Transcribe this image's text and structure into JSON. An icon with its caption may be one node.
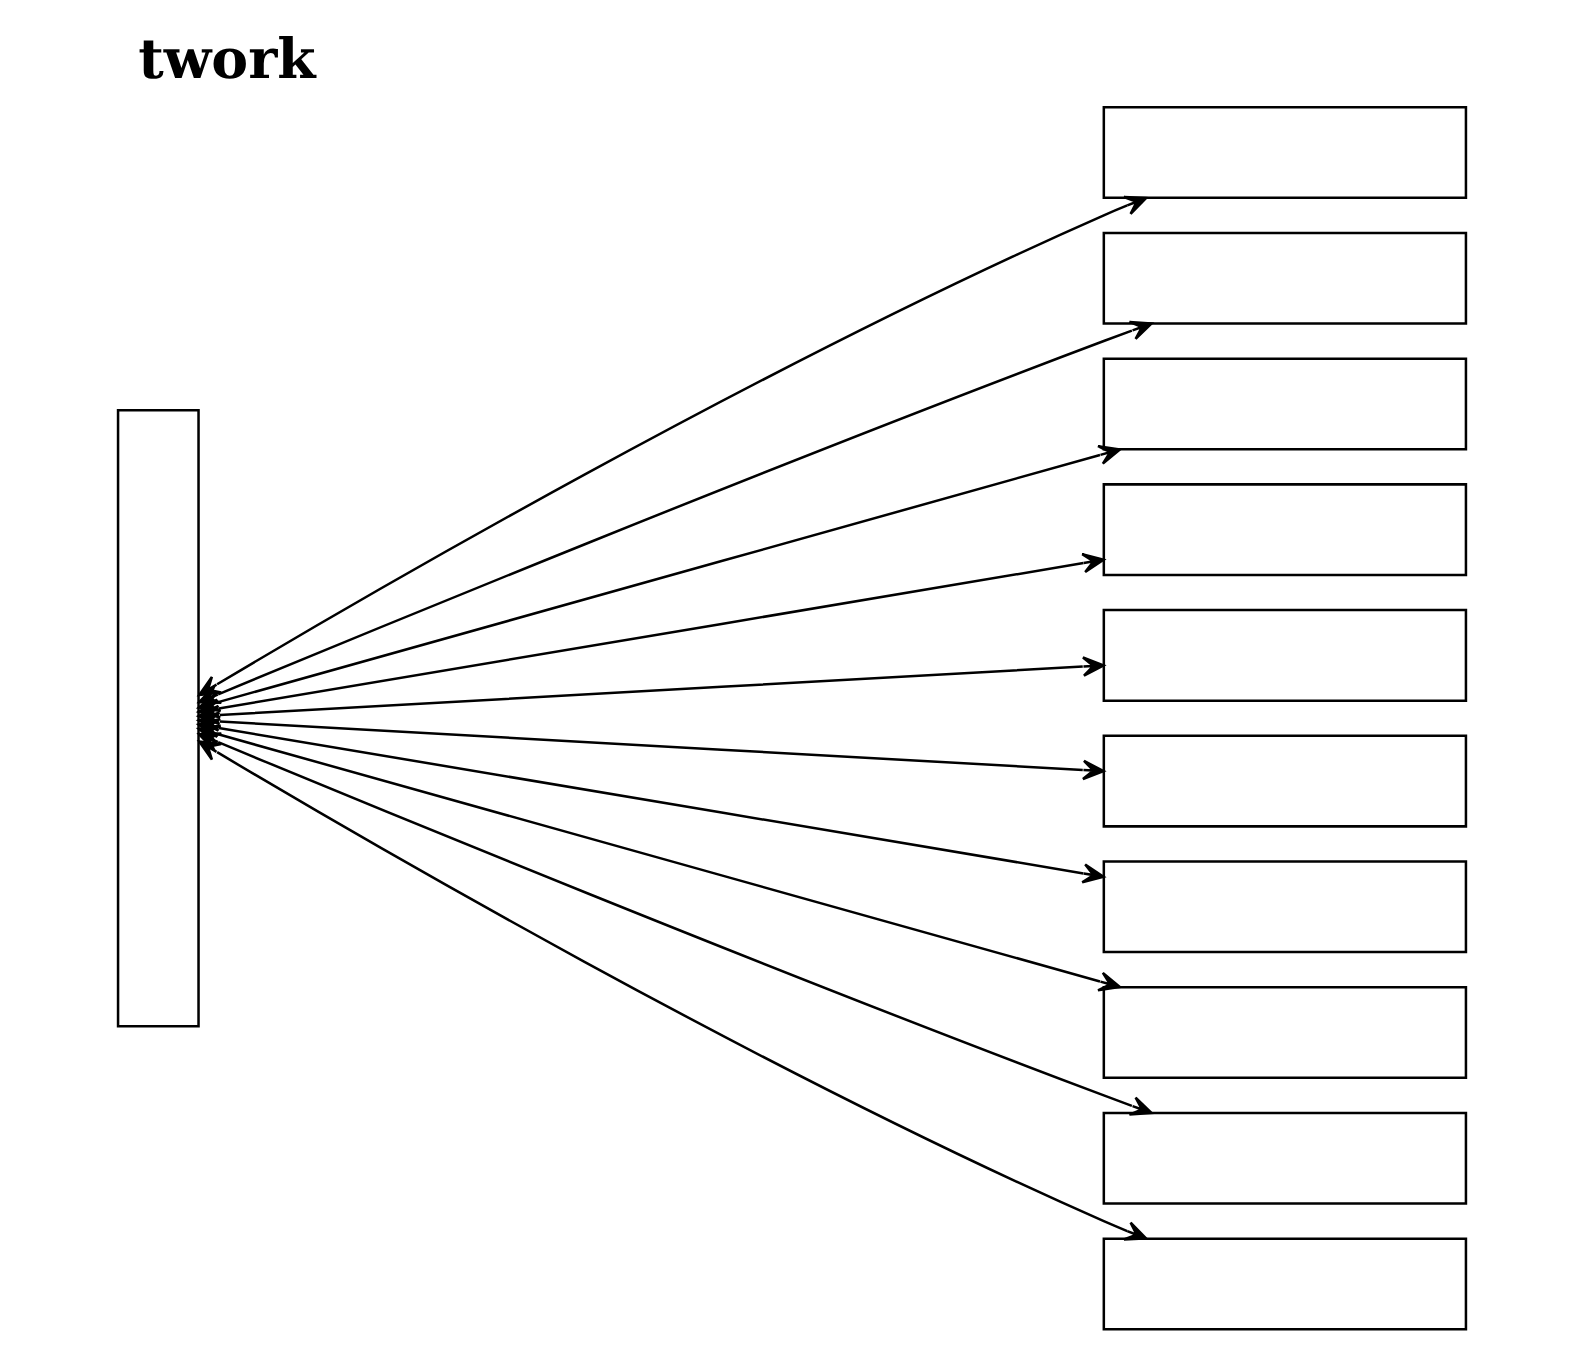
{
  "diagram": {
    "title": "twork",
    "nodes": [
      {
        "text": [],
        "shape": "bar"
      },
      {
        "text": [],
        "shape": "box"
      },
      {
        "text": [],
        "shape": "box"
      },
      {
        "text": [],
        "shape": "box"
      },
      {
        "text": [],
        "shape": "box"
      },
      {
        "text": [],
        "shape": "box"
      },
      {
        "text": [],
        "shape": "box"
      },
      {
        "text": [],
        "shape": "box"
      },
      {
        "text": [],
        "shape": "box"
      },
      {
        "text": [],
        "shape": "box"
      },
      {
        "text": [],
        "shape": "box"
      }
    ],
    "edges": [
      {
        "from": 0,
        "to": 1,
        "arrow": "both"
      },
      {
        "from": 0,
        "to": 2,
        "arrow": "both"
      },
      {
        "from": 0,
        "to": 3,
        "arrow": "both"
      },
      {
        "from": 0,
        "to": 4,
        "arrow": "both"
      },
      {
        "from": 0,
        "to": 5,
        "arrow": "both"
      },
      {
        "from": 0,
        "to": 6,
        "arrow": "both"
      },
      {
        "from": 0,
        "to": 7,
        "arrow": "both"
      },
      {
        "from": 0,
        "to": 8,
        "arrow": "both"
      },
      {
        "from": 0,
        "to": 9,
        "arrow": "both"
      },
      {
        "from": 0,
        "to": 10,
        "arrow": "both"
      }
    ]
  }
}
